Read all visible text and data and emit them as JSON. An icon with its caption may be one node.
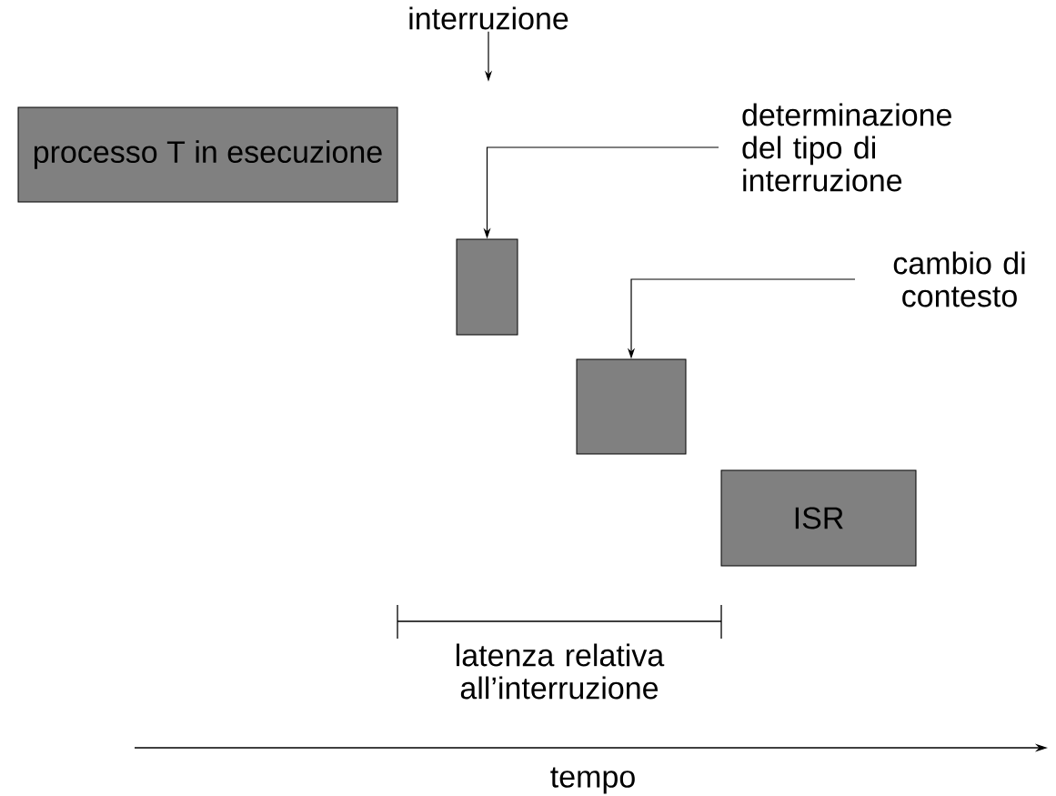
{
  "diagram": {
    "nodes": [
      {
        "text": [
          "processo T in esecuzione"
        ]
      },
      {
        "text": [
          "interruzione"
        ]
      },
      {
        "text": [
          "determinazione del tipo di interruzione"
        ]
      },
      {
        "text": [],
        "shape": "box"
      },
      {
        "text": [
          "cambio di contesto"
        ]
      },
      {
        "text": [],
        "shape": "box"
      },
      {
        "text": [
          "ISR"
        ]
      }
    ],
    "edges": [
      {
        "from": 1,
        "to": null,
        "arrow": "to"
      },
      {
        "from": 2,
        "to": 3,
        "arrow": "to"
      },
      {
        "from": 4,
        "to": 5,
        "arrow": "to"
      }
    ],
    "labels": [
      "latenza relativa all’interruzione",
      "tempo"
    ]
  }
}
